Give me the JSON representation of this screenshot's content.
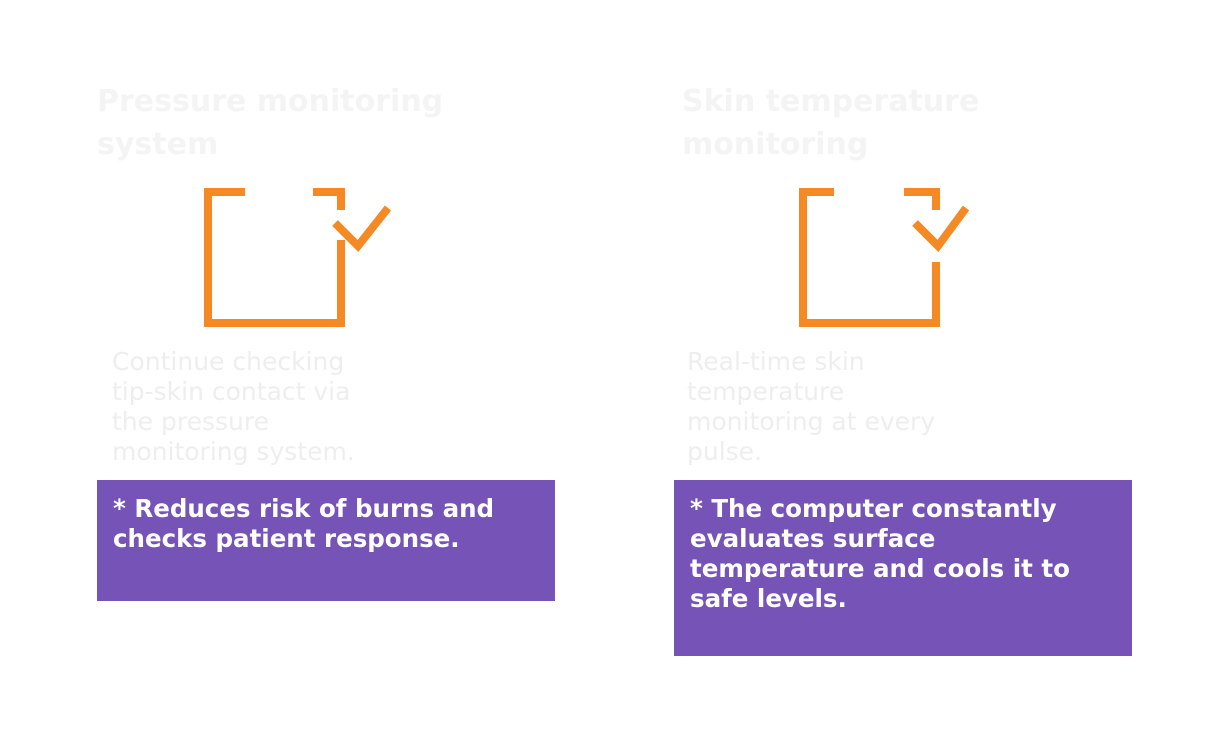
{
  "columns": [
    {
      "title": "Pressure monitoring system",
      "icon": "pressure-check-icon",
      "description": "Continue checking tip-skin contact via the pressure monitoring system.",
      "note": "* Reduces risk of burns and checks patient response."
    },
    {
      "title": "Skin temperature monitoring",
      "icon": "thermometer-check-icon",
      "description": "Real-time skin temperature monitoring at every pulse.",
      "note": "* The computer constantly evaluates surface temperature and cools it to safe levels."
    }
  ],
  "colors": {
    "accent": "#f58a25",
    "note_bg": "#7654b7"
  }
}
